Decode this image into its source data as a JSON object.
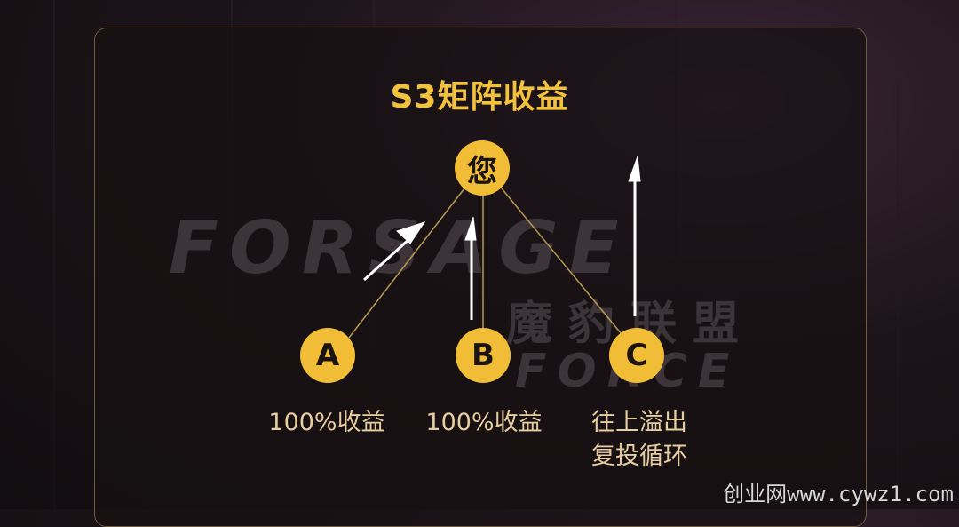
{
  "title": "S3矩阵收益",
  "nodes": {
    "top": "您",
    "a": "A",
    "b": "B",
    "c": "C"
  },
  "labels": {
    "a": "100%收益",
    "b": "100%收益",
    "c_line1": "往上溢出",
    "c_line2": "复投循环"
  },
  "watermark": {
    "brand": "FORSAGE",
    "cn": "魔豹联盟",
    "force": "FORCE",
    "site": "创业网www.cywz1.com"
  },
  "colors": {
    "accent": "#f2bd36",
    "label_text": "#e8cda0"
  }
}
